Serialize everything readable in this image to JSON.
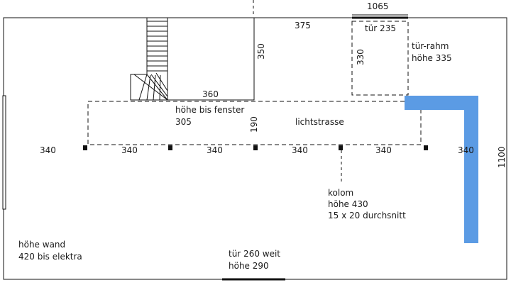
{
  "plan": {
    "dimensions": {
      "top_width": "1065",
      "right_height": "1100",
      "area_375": "375",
      "stair_height": "350",
      "stair_width": "360",
      "door_width_top": "330",
      "lichtstrasse_height": "190"
    },
    "door_top": {
      "label": "tür 235"
    },
    "door_frame": {
      "line1": "tür-rahm",
      "line2": "höhe 335"
    },
    "window_height": {
      "line1": "höhe bis fenster",
      "line2": "305"
    },
    "lichtstrasse_label": "lichtstrasse",
    "column_spacing": [
      "340",
      "340",
      "340",
      "340",
      "340",
      "340"
    ],
    "column": {
      "line1": "kolom",
      "line2": "höhe 430",
      "line3": "15 x 20 durchsnitt"
    },
    "wall": {
      "line1": "höhe wand",
      "line2": "420 bis elektra"
    },
    "door_bottom": {
      "line1": "tür 260 weit",
      "line2": "höhe 290"
    },
    "colors": {
      "accent": "#5b9be4",
      "line": "#111111"
    }
  }
}
